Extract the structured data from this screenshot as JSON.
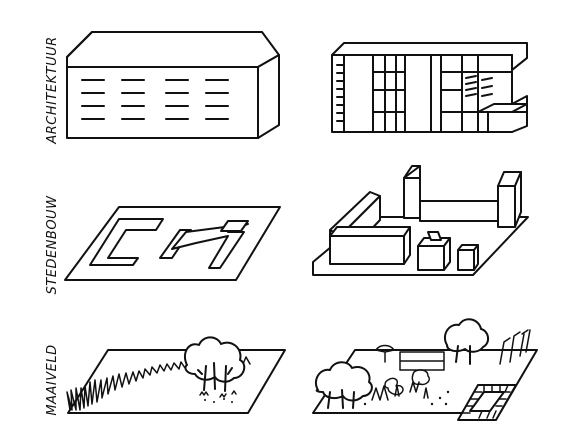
{
  "rows": [
    {
      "id": "architectuur",
      "label": "ARCHITEKTUUR"
    },
    {
      "id": "stedenbouw",
      "label": "STEDENBOUW"
    },
    {
      "id": "maaiveld",
      "label": "MAAIVELD"
    }
  ],
  "style": {
    "ink": "#111111",
    "paper": "#ffffff"
  }
}
